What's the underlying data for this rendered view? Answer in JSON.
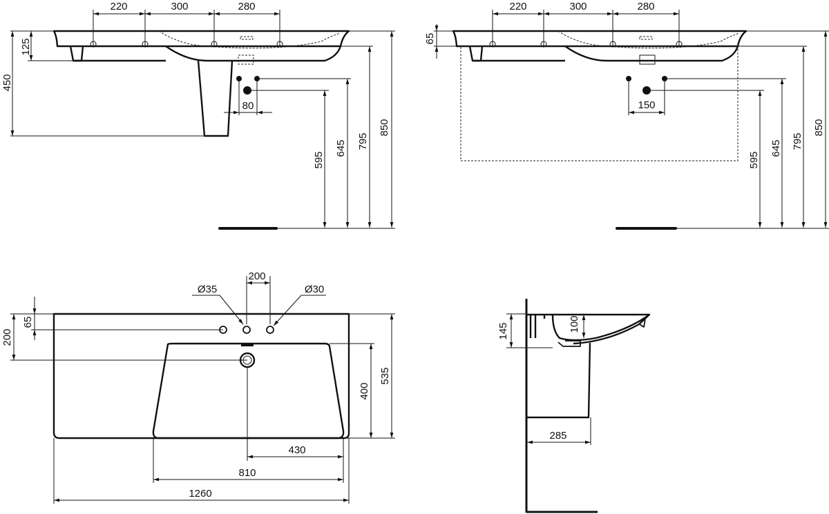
{
  "front_view_pedestal": {
    "top_spacing": [
      "220",
      "300",
      "280"
    ],
    "rim_height": "125",
    "pedestal_height": "450",
    "pipe_spacing": "80",
    "heights": [
      "595",
      "645",
      "795",
      "850"
    ]
  },
  "front_view_wall": {
    "top_spacing": [
      "220",
      "300",
      "280"
    ],
    "rim_height": "65",
    "pipe_spacing": "150",
    "heights": [
      "595",
      "645",
      "795",
      "850"
    ]
  },
  "plan_view": {
    "tap_spacing": "200",
    "hole_large": "Ø35",
    "hole_small": "Ø30",
    "tap_offset": "65",
    "drain_offset": "200",
    "bowl_depth": "400",
    "total_depth": "535",
    "drain_to_edge": "430",
    "bowl_width": "810",
    "total_width": "1260"
  },
  "side_view": {
    "basin_height": "145",
    "bowl_height": "100",
    "pedestal_depth": "285"
  }
}
